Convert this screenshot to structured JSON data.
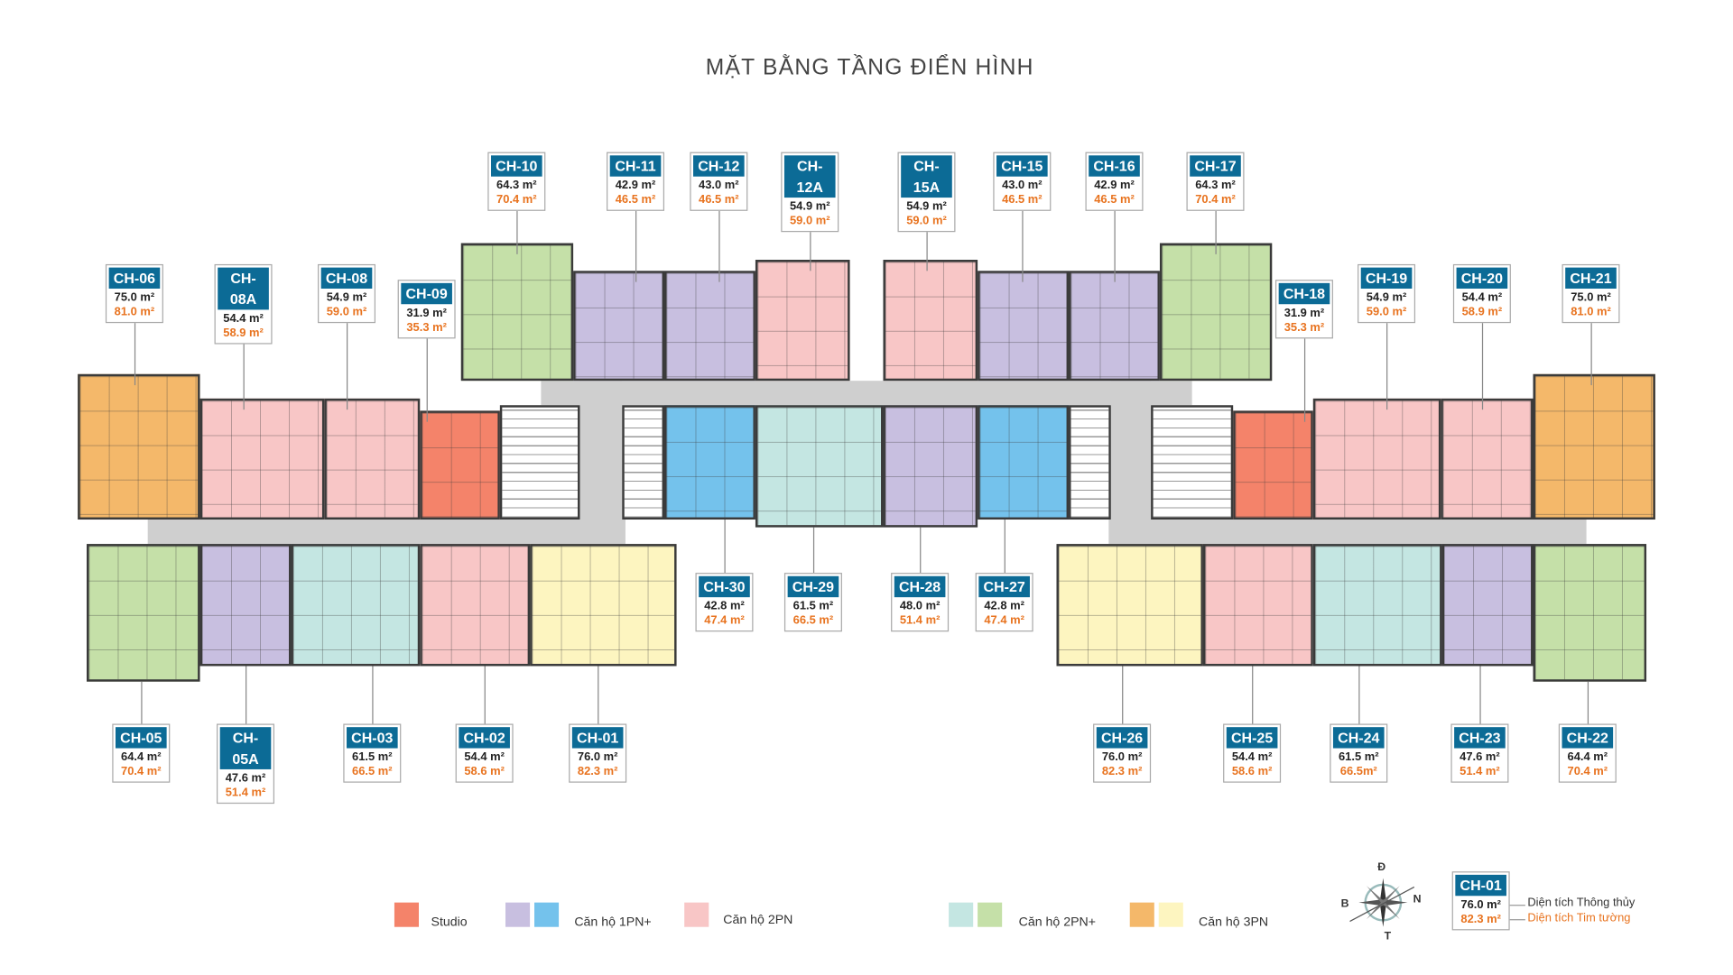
{
  "title": "MẶT BẰNG TẦNG ĐIỂN HÌNH",
  "colors": {
    "studio": "#f4836a",
    "1pn_purple": "#c8bfe0",
    "1pn_blue": "#74c2ec",
    "2pn": "#f8c6c6",
    "2pn_plus_teal": "#c4e6e2",
    "2pn_plus_green": "#c5e0a8",
    "3pn_orange": "#f4b86a",
    "3pn_yellow": "#fdf5c0",
    "label_header": "#0c6b96",
    "tim_tuong": "#e8731f"
  },
  "units": [
    {
      "id": "CH-10",
      "thong_thuy": "64.3 m²",
      "tim_tuong": "70.4 m²",
      "type": "2pn_plus_green"
    },
    {
      "id": "CH-11",
      "thong_thuy": "42.9 m²",
      "tim_tuong": "46.5 m²",
      "type": "1pn_purple"
    },
    {
      "id": "CH-12",
      "thong_thuy": "43.0 m²",
      "tim_tuong": "46.5 m²",
      "type": "1pn_purple"
    },
    {
      "id": "CH-12A",
      "thong_thuy": "54.9 m²",
      "tim_tuong": "59.0 m²",
      "type": "2pn"
    },
    {
      "id": "CH-15A",
      "thong_thuy": "54.9 m²",
      "tim_tuong": "59.0 m²",
      "type": "2pn"
    },
    {
      "id": "CH-15",
      "thong_thuy": "43.0 m²",
      "tim_tuong": "46.5 m²",
      "type": "1pn_purple"
    },
    {
      "id": "CH-16",
      "thong_thuy": "42.9 m²",
      "tim_tuong": "46.5 m²",
      "type": "1pn_purple"
    },
    {
      "id": "CH-17",
      "thong_thuy": "64.3 m²",
      "tim_tuong": "70.4 m²",
      "type": "2pn_plus_green"
    },
    {
      "id": "CH-06",
      "thong_thuy": "75.0 m²",
      "tim_tuong": "81.0 m²",
      "type": "3pn_orange"
    },
    {
      "id": "CH-08A",
      "thong_thuy": "54.4 m²",
      "tim_tuong": "58.9 m²",
      "type": "2pn"
    },
    {
      "id": "CH-08",
      "thong_thuy": "54.9 m²",
      "tim_tuong": "59.0 m²",
      "type": "2pn"
    },
    {
      "id": "CH-09",
      "thong_thuy": "31.9 m²",
      "tim_tuong": "35.3 m²",
      "type": "studio"
    },
    {
      "id": "CH-18",
      "thong_thuy": "31.9 m²",
      "tim_tuong": "35.3 m²",
      "type": "studio"
    },
    {
      "id": "CH-19",
      "thong_thuy": "54.9 m²",
      "tim_tuong": "59.0 m²",
      "type": "2pn"
    },
    {
      "id": "CH-20",
      "thong_thuy": "54.4 m²",
      "tim_tuong": "58.9 m²",
      "type": "2pn"
    },
    {
      "id": "CH-21",
      "thong_thuy": "75.0 m²",
      "tim_tuong": "81.0 m²",
      "type": "3pn_orange"
    },
    {
      "id": "CH-30",
      "thong_thuy": "42.8 m²",
      "tim_tuong": "47.4 m²",
      "type": "1pn_blue"
    },
    {
      "id": "CH-29",
      "thong_thuy": "61.5 m²",
      "tim_tuong": "66.5 m²",
      "type": "2pn_plus_teal"
    },
    {
      "id": "CH-28",
      "thong_thuy": "48.0 m²",
      "tim_tuong": "51.4 m²",
      "type": "1pn_purple"
    },
    {
      "id": "CH-27",
      "thong_thuy": "42.8 m²",
      "tim_tuong": "47.4 m²",
      "type": "1pn_blue"
    },
    {
      "id": "CH-05",
      "thong_thuy": "64.4 m²",
      "tim_tuong": "70.4 m²",
      "type": "2pn_plus_green"
    },
    {
      "id": "CH-05A",
      "thong_thuy": "47.6 m²",
      "tim_tuong": "51.4 m²",
      "type": "1pn_purple"
    },
    {
      "id": "CH-03",
      "thong_thuy": "61.5 m²",
      "tim_tuong": "66.5 m²",
      "type": "2pn_plus_teal"
    },
    {
      "id": "CH-02",
      "thong_thuy": "54.4 m²",
      "tim_tuong": "58.6 m²",
      "type": "2pn"
    },
    {
      "id": "CH-01",
      "thong_thuy": "76.0 m²",
      "tim_tuong": "82.3 m²",
      "type": "3pn_yellow"
    },
    {
      "id": "CH-26",
      "thong_thuy": "76.0 m²",
      "tim_tuong": "82.3 m²",
      "type": "3pn_yellow"
    },
    {
      "id": "CH-25",
      "thong_thuy": "54.4 m²",
      "tim_tuong": "58.6 m²",
      "type": "2pn"
    },
    {
      "id": "CH-24",
      "thong_thuy": "61.5 m²",
      "tim_tuong": "66.5m²",
      "type": "2pn_plus_teal"
    },
    {
      "id": "CH-23",
      "thong_thuy": "47.6 m²",
      "tim_tuong": "51.4 m²",
      "type": "1pn_purple"
    },
    {
      "id": "CH-22",
      "thong_thuy": "64.4 m²",
      "tim_tuong": "70.4 m²",
      "type": "2pn_plus_green"
    }
  ],
  "legend": {
    "studio": "Studio",
    "1pn": "Căn hộ 1PN+",
    "2pn": "Căn hộ 2PN",
    "2pn_plus": "Căn hộ 2PN+",
    "3pn": "Căn hộ 3PN"
  },
  "compass": {
    "north": "Đ",
    "east": "N",
    "west": "B",
    "south": "T"
  },
  "key": {
    "id": "CH-01",
    "thong_thuy": "76.0 m²",
    "tim_tuong": "82.3 m²",
    "thong_thuy_label": "Diện tích Thông thủy",
    "tim_tuong_label": "Diện tích Tim tường"
  }
}
